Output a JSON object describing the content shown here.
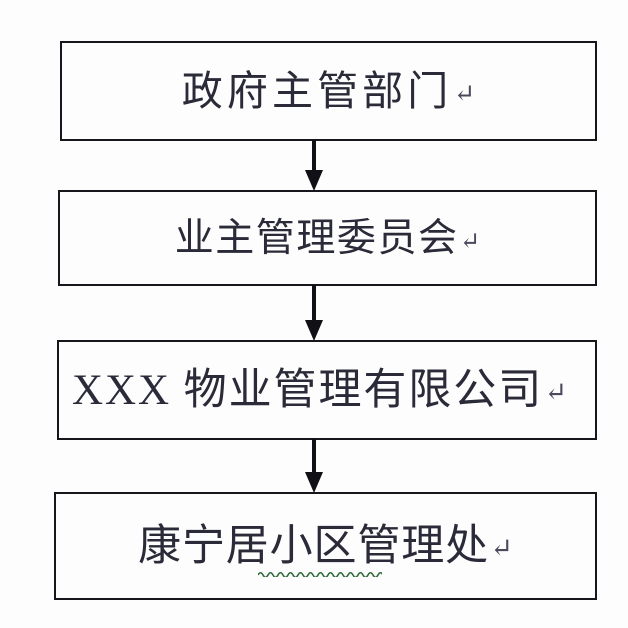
{
  "diagram": {
    "type": "flowchart",
    "orientation": "vertical-top-down",
    "background_color": "#fdfdfd",
    "border_color": "#16161c",
    "text_color": "#2a2a38",
    "arrow_color": "#101016",
    "spellcheck_underline_color": "#2e6b3a",
    "nodes": [
      {
        "id": "node-0",
        "label": "政府主管部门",
        "return_mark": "↵",
        "align": "center"
      },
      {
        "id": "node-1",
        "label": "业主管理委员会",
        "return_mark": "↵",
        "align": "center"
      },
      {
        "id": "node-2",
        "label": "XXX 物业管理有限公司",
        "return_mark": "↵",
        "align": "left"
      },
      {
        "id": "node-3",
        "label": "康宁居小区管理处",
        "return_mark": "↵",
        "align": "center",
        "spellcheck_underline": true,
        "spellcheck_text": "居小区管"
      }
    ],
    "connectors": [
      {
        "id": "arrow-0",
        "from": "node-0",
        "to": "node-1",
        "shape": "down-arrow"
      },
      {
        "id": "arrow-1",
        "from": "node-1",
        "to": "node-2",
        "shape": "down-arrow"
      },
      {
        "id": "arrow-2",
        "from": "node-2",
        "to": "node-3",
        "shape": "down-arrow"
      }
    ]
  }
}
